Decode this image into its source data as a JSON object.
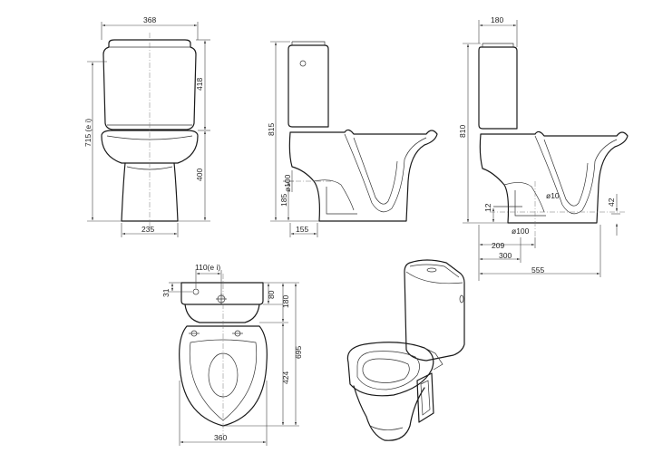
{
  "front_view": {
    "width_top": "368",
    "height_total": "715 (e i)",
    "tank_height": "418",
    "bowl_height": "400",
    "base_width": "235"
  },
  "side_view": {
    "height_total": "815",
    "outlet_diameter": "ø100",
    "outlet_height": "185",
    "base_width": "155"
  },
  "section_view": {
    "tank_depth": "180",
    "height_total": "810",
    "inlet_small": "12",
    "inlet_diameter": "ø10",
    "outlet_right": "42",
    "outlet_diameter": "ø100",
    "dist_209": "209",
    "dist_300": "300",
    "dist_555": "555"
  },
  "top_view": {
    "hole_spacing": "110(e i)",
    "hole_offset": "31",
    "tank_depth": "80",
    "tank_plus": "180",
    "total_depth": "695",
    "seat_depth": "424",
    "total_width": "360"
  }
}
